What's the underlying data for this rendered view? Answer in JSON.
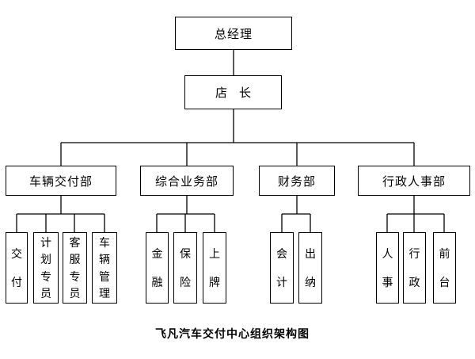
{
  "org": {
    "caption": "飞凡汽车交付中心组织架构图",
    "root": {
      "label": "总经理"
    },
    "manager": {
      "label": "店长"
    },
    "departments": [
      {
        "label": "车辆交付部",
        "children": [
          "交付",
          "计划专员",
          "客服专员",
          "车辆管理"
        ]
      },
      {
        "label": "综合业务部",
        "children": [
          "金融",
          "保险",
          "上牌"
        ]
      },
      {
        "label": "财务部",
        "children": [
          "会计",
          "出纳"
        ]
      },
      {
        "label": "行政人事部",
        "children": [
          "人事",
          "行政",
          "前台"
        ]
      }
    ]
  },
  "colors": {
    "background": "#ffffff",
    "line": "#000000",
    "text": "#000000"
  }
}
